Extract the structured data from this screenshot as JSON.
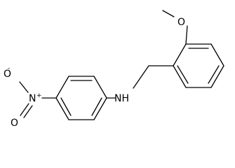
{
  "molecule": {
    "atoms": {
      "methoxy_oxygen": "O",
      "amine": "NH",
      "nitro_nitrogen": "N",
      "nitro_oxygen_upper": "O",
      "nitro_oxygen_lower": "O",
      "positive_charge": "+",
      "negative_charge": "-"
    }
  }
}
